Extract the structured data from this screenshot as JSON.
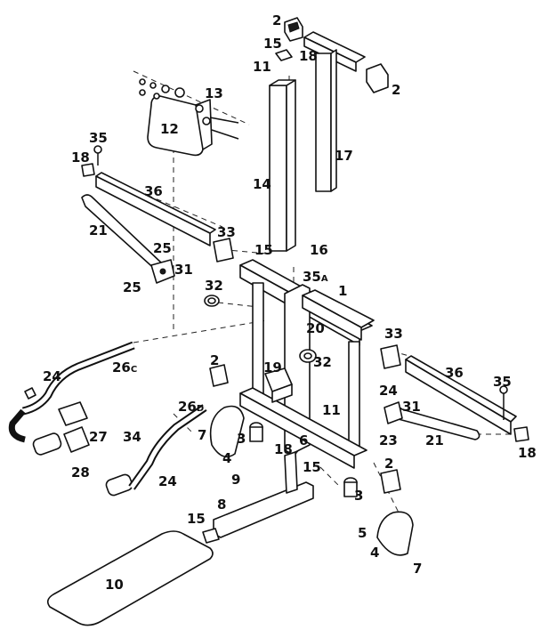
{
  "labels": {
    "l2a": "2",
    "l15a": "15",
    "l18a": "18",
    "l11a": "11",
    "l2b": "2",
    "l13": "13",
    "l12": "12",
    "l17": "17",
    "l35a": "35",
    "l18b": "18",
    "l14": "14",
    "l36a": "36",
    "l21a": "21",
    "l33a": "33",
    "l15b": "15",
    "l16": "16",
    "l25a": "25",
    "l31a": "31",
    "l35A_num": "35",
    "l35A_sub": "A",
    "l1": "1",
    "l25b": "25",
    "l32a": "32",
    "l20": "20",
    "l33b": "33",
    "l24a": "24",
    "l26c_num": "26",
    "l26c_sub": "C",
    "l2c": "2",
    "l19": "19",
    "l32b": "32",
    "l36b": "36",
    "l35b": "35",
    "l24b": "24",
    "l31b": "31",
    "l26d_num": "26",
    "l26d_sub": "D",
    "l11b": "11",
    "l7a": "7",
    "l3a": "3",
    "l23": "23",
    "l21b": "21",
    "l18c": "18",
    "l34": "34",
    "l27": "27",
    "l4a": "4",
    "l6": "6",
    "l18d": "18",
    "l28": "28",
    "l24c": "24",
    "l15c": "15",
    "l2d": "2",
    "l9": "9",
    "l3b": "3",
    "l8": "8",
    "l15d": "15",
    "l5": "5",
    "l4b": "4",
    "l7b": "7",
    "l10": "10"
  }
}
